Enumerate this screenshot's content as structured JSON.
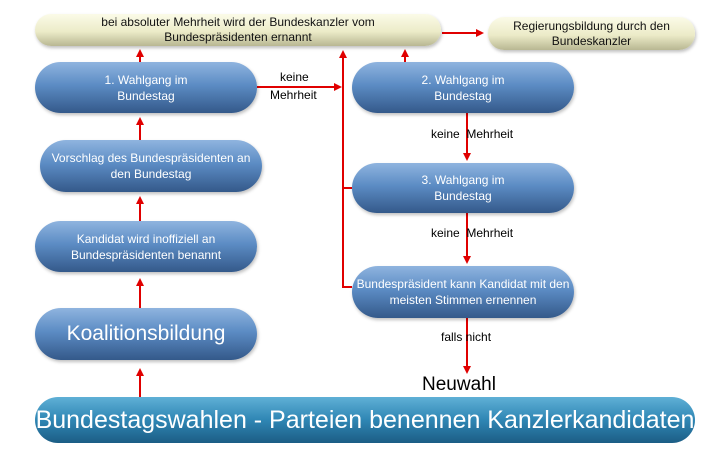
{
  "nodes": {
    "appointment": "bei absoluter Mehrheit wird der Bundeskanzler vom Bundespräsidenten ernannt",
    "government": "Regierungsbildung durch den Bundeskanzler",
    "round1": "1. Wahlgang im Bundestag",
    "round2": "2. Wahlgang im Bundestag",
    "proposal": "Vorschlag des Bundespräsidenten an den Bundestag",
    "round3": "3. Wahlgang im Bundestag",
    "candidate": "Kandidat wird inoffiziell an Bundespräsidenten benannt",
    "president_option": "Bundespräsident kann Kandidat mit den meisten Stimmen ernennen",
    "coalition": "Koalitionsbildung",
    "elections": "Bundestagswahlen - Parteien benennen Kanzlerkandidaten",
    "new_election": "Neuwahl"
  },
  "labels": {
    "no_majority_1a": "keine",
    "no_majority_1b": "Mehrheit",
    "no_majority_2": "keine  Mehrheit",
    "no_majority_3": "keine  Mehrheit",
    "if_not": "falls nicht"
  },
  "colors": {
    "arrow": "#e00000"
  }
}
